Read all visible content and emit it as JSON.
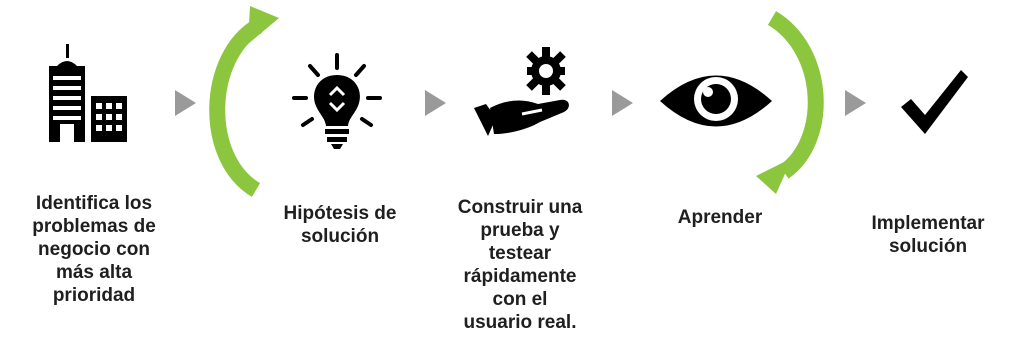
{
  "colors": {
    "icon": "#000000",
    "arrow": "#8cc63f",
    "chevron": "#9a9a9a",
    "text": "#1f1f1f"
  },
  "steps": [
    {
      "icon": "city-buildings-icon",
      "label_lines": [
        "Identifica los",
        "problemas de",
        "negocio con",
        "más alta",
        "prioridad"
      ]
    },
    {
      "icon": "lightbulb-idea-icon",
      "label_lines": [
        "Hipótesis de",
        "solución"
      ]
    },
    {
      "icon": "hand-gear-icon",
      "label_lines": [
        "Construir una",
        "prueba y",
        "testear",
        "rápidamente",
        "con el",
        "usuario real."
      ]
    },
    {
      "icon": "eye-icon",
      "label_lines": [
        "Aprender"
      ]
    },
    {
      "icon": "checkmark-icon",
      "label_lines": [
        "Implementar",
        "solución"
      ]
    }
  ]
}
